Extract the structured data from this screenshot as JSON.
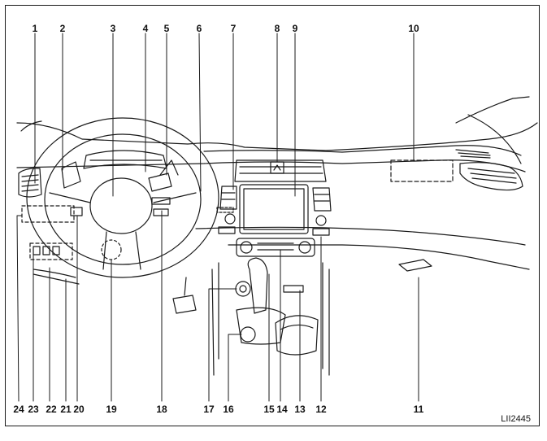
{
  "diagram": {
    "reference_code": "LII2445",
    "top_labels": [
      "1",
      "2",
      "3",
      "4",
      "5",
      "6",
      "7",
      "8",
      "9",
      "10"
    ],
    "bottom_labels": [
      "24",
      "23",
      "22",
      "21",
      "20",
      "19",
      "18",
      "17",
      "16",
      "15",
      "14",
      "13",
      "12",
      "11"
    ],
    "line_color": "#1a1a1a"
  }
}
